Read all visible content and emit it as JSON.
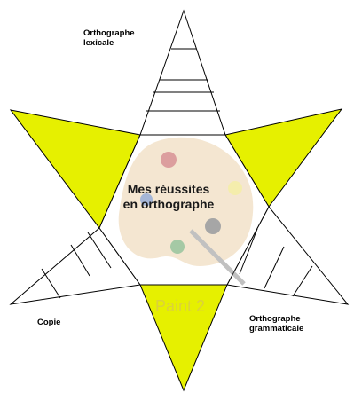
{
  "center": {
    "title_line1": "Mes réussites",
    "title_line2": "en orthographe"
  },
  "branches": {
    "top": {
      "label_line1": "Orthographe",
      "label_line2": "lexicale",
      "fill": "#ffffff"
    },
    "bottom_left": {
      "label_line1": "Copie",
      "label_line2": "",
      "fill": "#ffffff"
    },
    "bottom_right": {
      "label_line1": "Orthographe",
      "label_line2": "grammaticale",
      "fill": "#ffffff"
    },
    "top_left": {
      "fill": "#e6f000"
    },
    "top_right": {
      "fill": "#e6f000"
    },
    "bottom": {
      "fill": "#e6f000"
    }
  },
  "watermark": {
    "text": "Paint 2"
  },
  "colors": {
    "stroke": "#000000",
    "accent_yellow": "#e6f000",
    "palette_wood": "#e8c99a"
  }
}
